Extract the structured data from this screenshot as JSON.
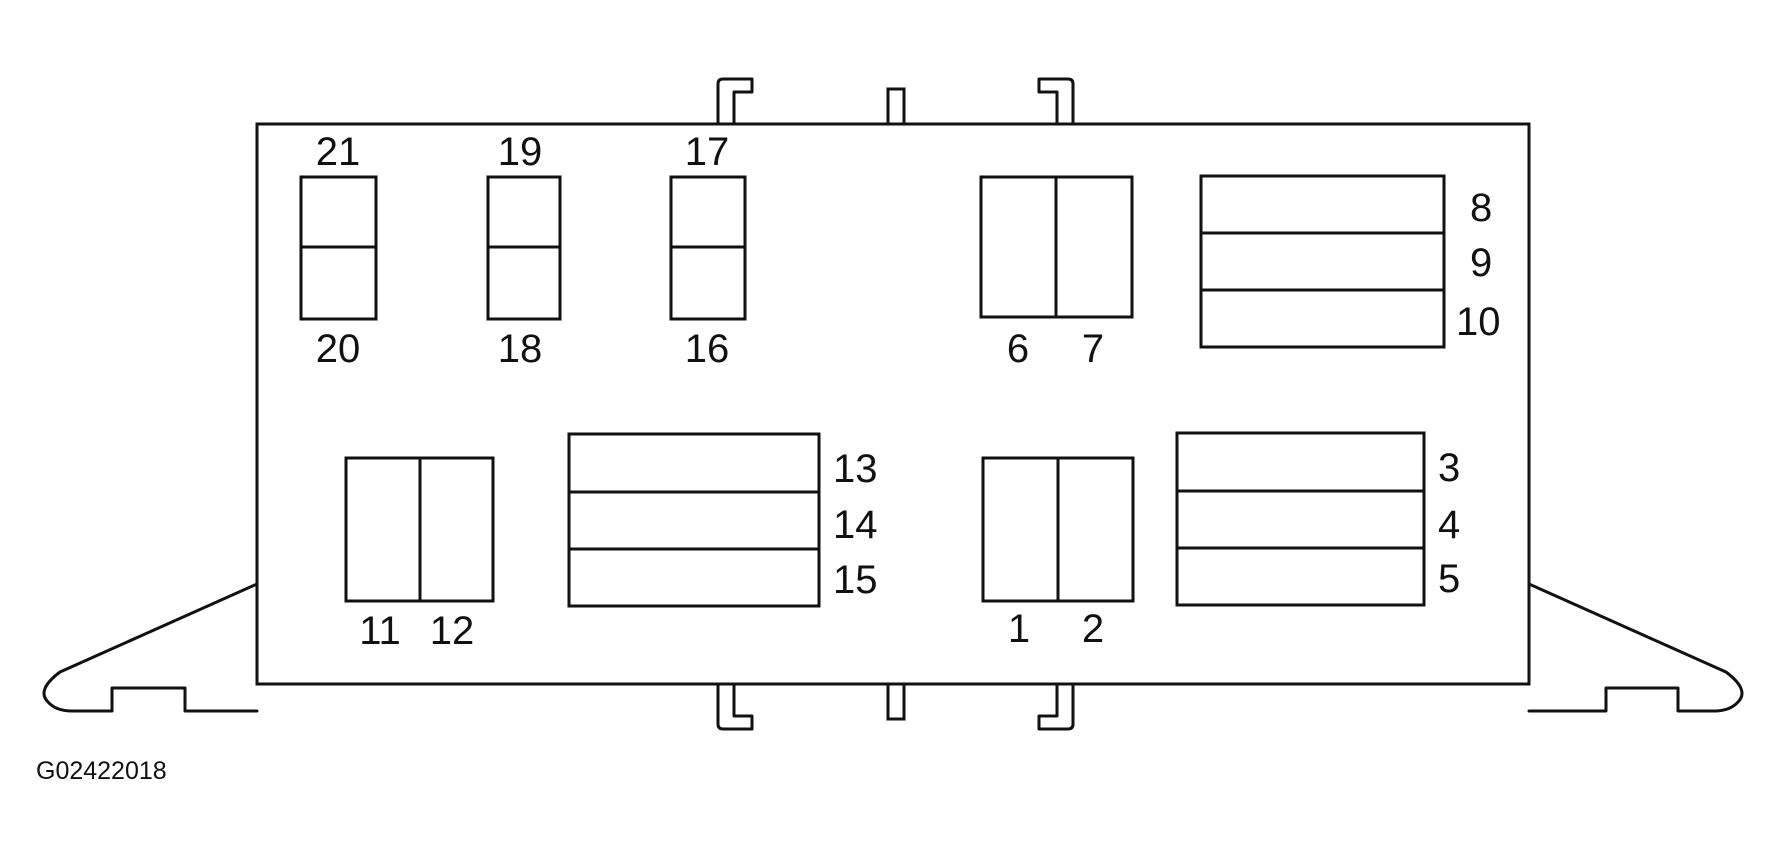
{
  "labels": {
    "p1": "1",
    "p2": "2",
    "p3": "3",
    "p4": "4",
    "p5": "5",
    "p6": "6",
    "p7": "7",
    "p8": "8",
    "p9": "9",
    "p10": "10",
    "p11": "11",
    "p12": "12",
    "p13": "13",
    "p14": "14",
    "p15": "15",
    "p16": "16",
    "p17": "17",
    "p18": "18",
    "p19": "19",
    "p20": "20",
    "p21": "21"
  },
  "reference_code": "G02422018"
}
